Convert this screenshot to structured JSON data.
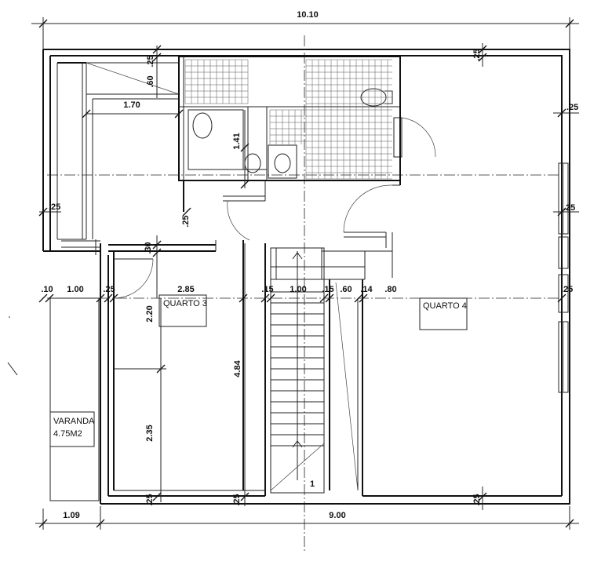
{
  "rooms": {
    "quarto3": "QUARTO  3",
    "quarto4": "QUARTO  4",
    "varanda_name": "VARANDA",
    "varanda_area": "4.75M2"
  },
  "dimensions": {
    "overall_width": "10.10",
    "bottom_left": "1.09",
    "bottom_main": "9.00",
    "hall_width": "1.70",
    "wall_25": ".25",
    "wall_60": ".60",
    "wall_30": ".30",
    "wall_10": ".10",
    "wall_15": ".15",
    "wall_14": ".14",
    "wall_80": ".80",
    "span_100": "1.00",
    "span_285": "2.85",
    "span_220": "2.20",
    "span_235": "2.35",
    "span_484": "4.84",
    "span_141": "1.41",
    "stair_mark": "1"
  }
}
